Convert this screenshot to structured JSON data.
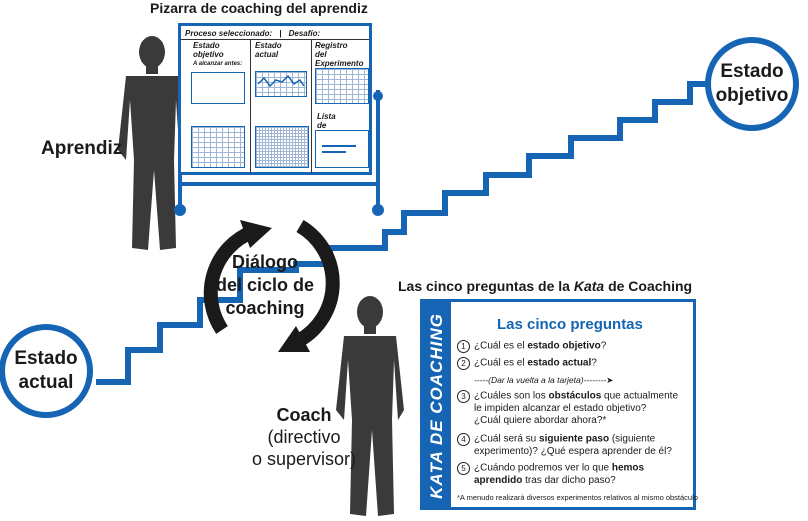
{
  "board": {
    "title": "Pizarra de coaching del aprendiz",
    "header_process": "Proceso seleccionado:",
    "header_challenge": "Desafío:",
    "col1_title_line1": "Estado",
    "col1_title_line2": "objetivo",
    "col1_subtitle": "A alcanzar antes:",
    "col2_title_line1": "Estado",
    "col2_title_line2": "actual",
    "col3_title_line1": "Registro",
    "col3_title_line2": "del Experimento",
    "col3b_title_line1": "Lista",
    "col3b_title_line2": "de obstáculos"
  },
  "labels": {
    "learner": "Aprendiz",
    "target_state_line1": "Estado",
    "target_state_line2": "objetivo",
    "current_state_line1": "Estado",
    "current_state_line2": "actual",
    "dialog_line1": "Diálogo",
    "dialog_line2": "del ciclo de",
    "dialog_line3": "coaching",
    "coach": "Coach",
    "coach_line2": "(directivo",
    "coach_line3": "o supervisor)"
  },
  "card": {
    "caption_before": "Las cinco preguntas de la ",
    "caption_italic": "Kata",
    "caption_after": " de Coaching",
    "band_text": "KATA DE COACHING",
    "heading": "Las cinco preguntas",
    "q1_num": "1",
    "q1_a": "¿Cuál es el ",
    "q1_b": "estado objetivo",
    "q1_c": "?",
    "q2_num": "2",
    "q2_a": "¿Cuál es el ",
    "q2_b": "estado actual",
    "q2_c": "?",
    "turn_card": "-----(Dar la vuelta a la tarjeta)--------",
    "q3_num": "3",
    "q3_a": "¿Cuáles son los ",
    "q3_b": "obstáculos",
    "q3_c": " que actualmente",
    "q3_d": "le impiden alcanzar el estado objetivo?",
    "q3_e": "¿Cuál quiere abordar ahora?*",
    "q4_num": "4",
    "q4_a": "¿Cuál será su ",
    "q4_b": "siguiente paso",
    "q4_c": " (siguiente",
    "q4_d": "experimento)? ¿Qué espera aprender de él?",
    "q5_num": "5",
    "q5_a": "¿Cuándo podremos ver lo que ",
    "q5_b": "hemos",
    "q5_c": "aprendido",
    "q5_d": " tras dar dicho paso?",
    "footnote": "*A menudo realizará diversos experimentos relativos al mismo obstáculo"
  },
  "colors": {
    "accent_blue": "#1565b4",
    "silhouette": "#3a3a3a",
    "arrows": "#1a1a1a"
  }
}
